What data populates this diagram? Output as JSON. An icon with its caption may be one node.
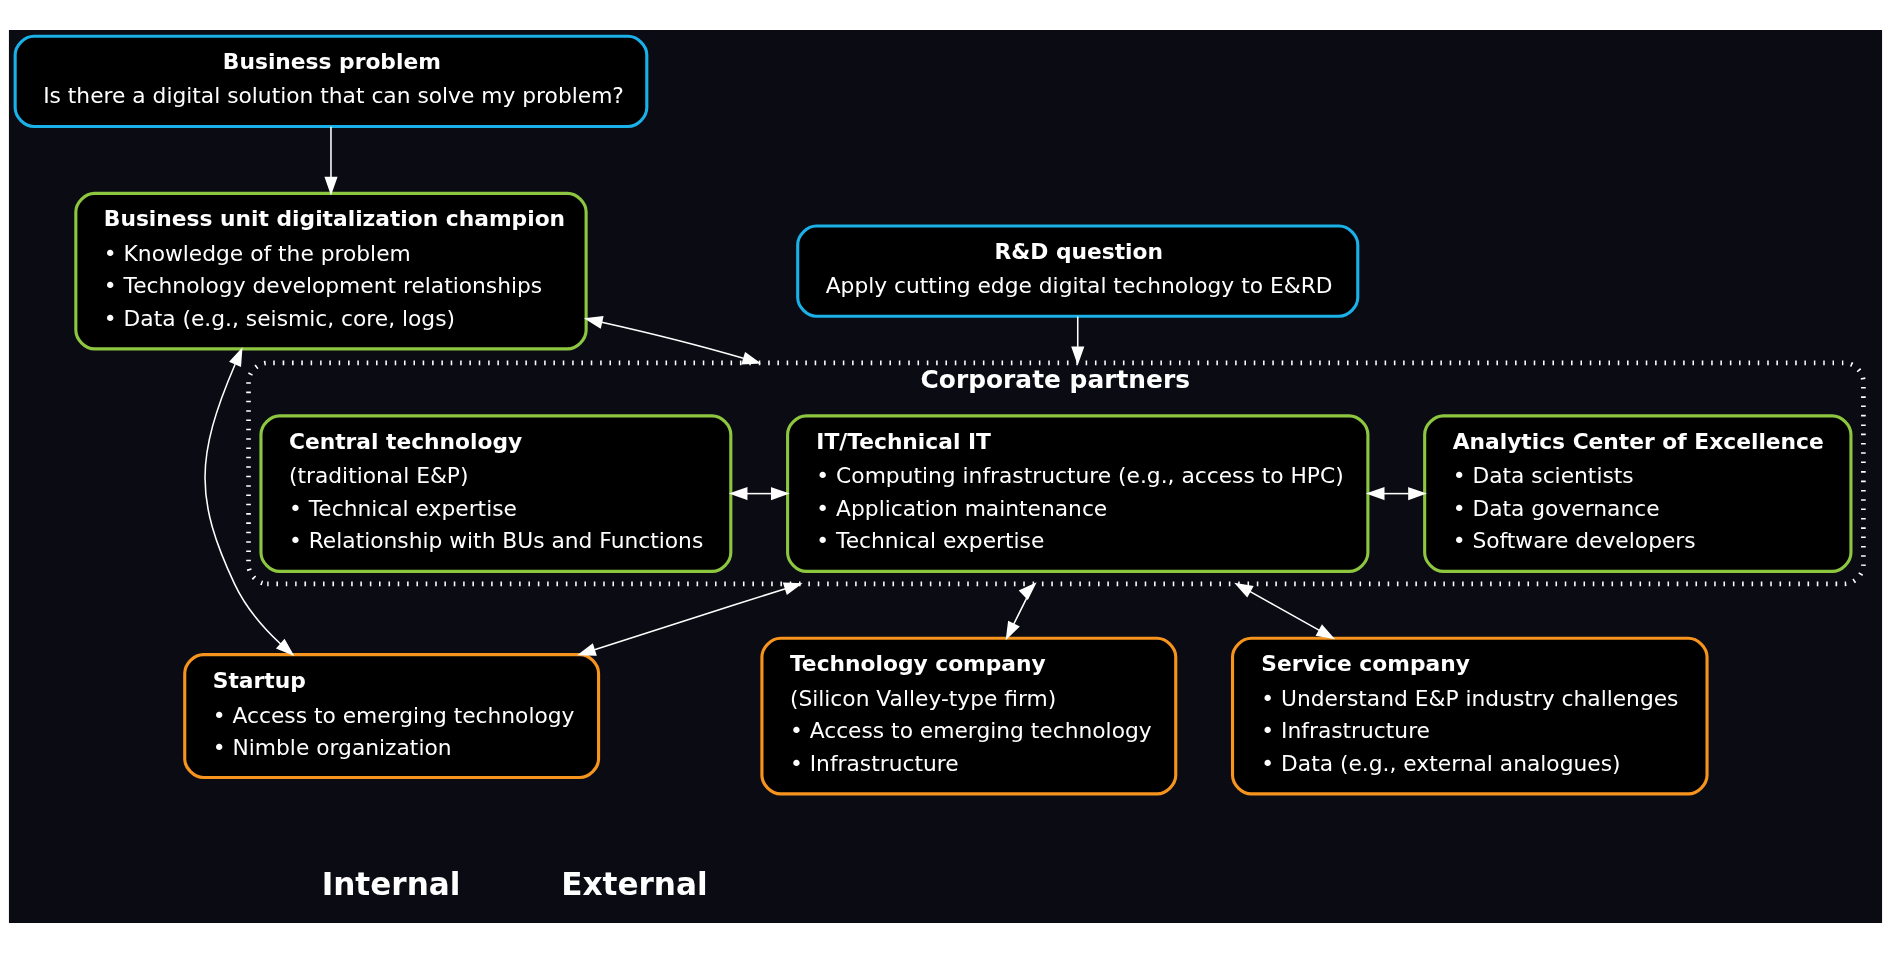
{
  "diagram": {
    "nodes": [
      {
        "text": [
          "Business problem",
          "Is there a digital solution that can solve my problem?"
        ]
      },
      {
        "text": [
          "Business unit digitalization champion",
          "• Knowledge of the problem",
          "• Technology development relationships",
          "• Data (e.g., seismic, core, logs)"
        ]
      },
      {
        "text": [
          "Corporate partners"
        ]
      },
      {
        "text": [
          "Central technology",
          "(traditional E&P)",
          "• Technical expertise",
          "• Relationship with BUs and Functions"
        ],
        "in": 2
      },
      {
        "text": [
          "IT/Technical IT",
          "• Computing infrastructure (e.g., access to HPC)",
          "• Application maintenance",
          "• Technical expertise"
        ],
        "in": 2
      },
      {
        "text": [
          "Analytics Center of Excellence",
          "• Data scientists",
          "• Data governance",
          "• Software developers"
        ],
        "in": 2
      },
      {
        "text": [
          "R&D question",
          "Apply cutting edge digital technology to E&RD"
        ]
      },
      {
        "text": [
          "Startup",
          "• Access to emerging technology",
          "• Nimble organization"
        ]
      },
      {
        "text": [
          "Technology company",
          "(Silicon Valley-type firm)",
          "• Access to emerging technology",
          "• Infrastructure"
        ]
      },
      {
        "text": [
          "Service company",
          "• Understand E&P industry challenges",
          "• Infrastructure",
          "• Data (e.g., external analogues)"
        ]
      }
    ],
    "edges": [
      {
        "from": 0,
        "to": 1,
        "arrow": "to"
      },
      {
        "from": 1,
        "to": 7,
        "arrow": "both"
      },
      {
        "from": 1,
        "to": 2,
        "arrow": "both"
      },
      {
        "from": 3,
        "to": 4,
        "arrow": "both"
      },
      {
        "from": 4,
        "to": 5,
        "arrow": "both"
      },
      {
        "from": 6,
        "to": 2,
        "arrow": "to"
      },
      {
        "from": 2,
        "to": 7,
        "arrow": "both"
      },
      {
        "from": 2,
        "to": 8,
        "arrow": "both"
      },
      {
        "from": 2,
        "to": 9,
        "arrow": "both"
      }
    ],
    "labels": [
      "Internal",
      "External"
    ]
  }
}
